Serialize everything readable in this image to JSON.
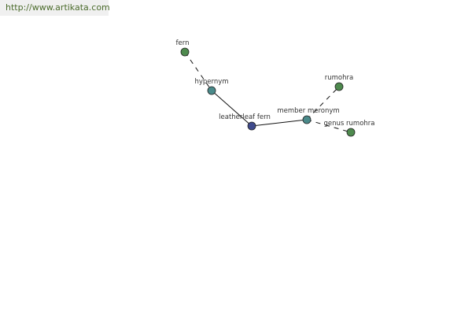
{
  "url": "http://www.artikata.com",
  "colors": {
    "center": "#3f4a8c",
    "relation": "#4a8a8a",
    "leaf": "#4e8a4e"
  },
  "graph": {
    "nodes": [
      {
        "id": "fern",
        "label": "fern",
        "kind": "leaf"
      },
      {
        "id": "hypernym",
        "label": "hypernym",
        "kind": "relation"
      },
      {
        "id": "leatherleaf-fern",
        "label": "leatherleaf fern",
        "kind": "center"
      },
      {
        "id": "member-meronym",
        "label": "member meronym",
        "kind": "relation"
      },
      {
        "id": "rumohra",
        "label": "rumohra",
        "kind": "leaf"
      },
      {
        "id": "genus-rumohra",
        "label": "genus rumohra",
        "kind": "leaf"
      }
    ],
    "edges": [
      {
        "from": "fern",
        "to": "hypernym",
        "style": "dashed"
      },
      {
        "from": "hypernym",
        "to": "leatherleaf-fern",
        "style": "solid"
      },
      {
        "from": "leatherleaf-fern",
        "to": "member-meronym",
        "style": "solid"
      },
      {
        "from": "member-meronym",
        "to": "rumohra",
        "style": "dashed"
      },
      {
        "from": "member-meronym",
        "to": "genus-rumohra",
        "style": "dashed"
      }
    ]
  }
}
